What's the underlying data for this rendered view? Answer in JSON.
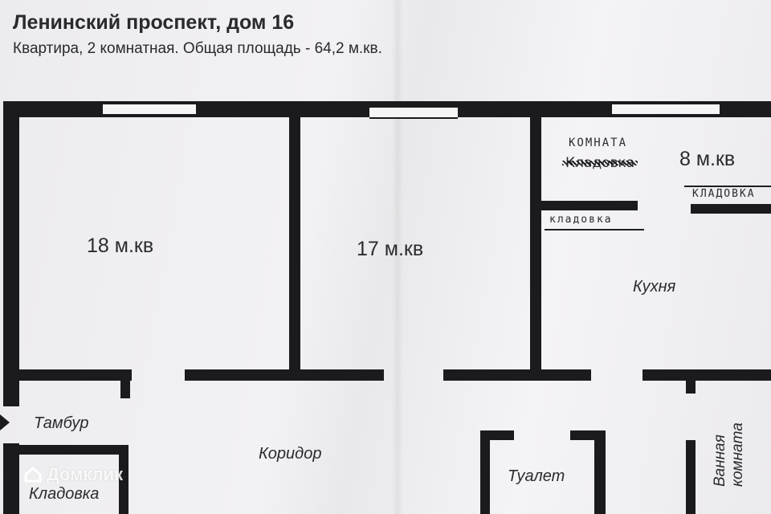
{
  "header": {
    "title": "Ленинский проспект, дом 16",
    "subtitle": "Квартира, 2 комнатная. Общая площадь - 64,2 м.кв."
  },
  "rooms": {
    "room1_area": "18 м.кв",
    "room2_area": "17 м.кв",
    "room3_area": "8 м.кв",
    "kitchen": "Кухня",
    "vestibule": "Тамбур",
    "corridor": "Коридор",
    "storage": "Кладовка",
    "toilet": "Туалет",
    "bathroom_line1": "Ванная",
    "bathroom_line2": "комната"
  },
  "handwritten": {
    "room_note": "КОМНАТА",
    "crossed_word": "Кладовка",
    "storage_note_right": "КЛАДОВКА",
    "storage_note_left": "кладовка"
  },
  "watermark": {
    "text": "Домклик",
    "icon": "house-logo-icon"
  },
  "colors": {
    "walls": "#1b1b1d",
    "paper": "#efeef0"
  }
}
